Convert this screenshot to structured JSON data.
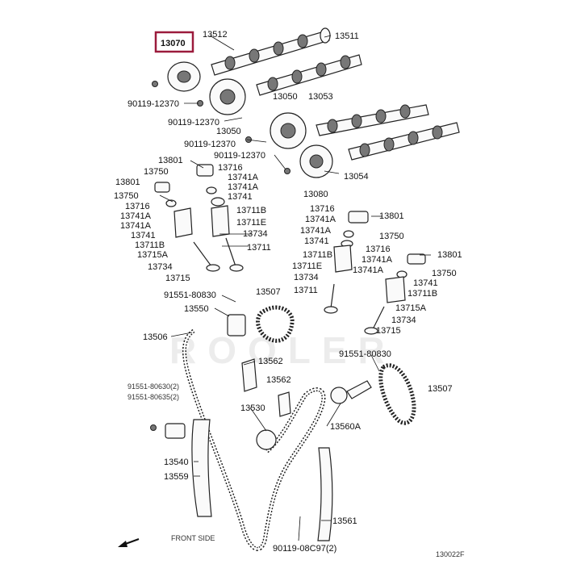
{
  "highlight": {
    "label": "13070",
    "color": "#9b1b3c"
  },
  "watermark": "ROOLER",
  "labels": {
    "p13512": "13512",
    "p13511": "13511",
    "p90119_12370_a": "90119-12370",
    "p90119_12370_b": "90119-12370",
    "p13050_a": "13050",
    "p13050_b": "13050",
    "p13053": "13053",
    "p90119_12370_c": "90119-12370",
    "p90119_12370_d": "90119-12370",
    "p13054": "13054",
    "p13801_a": "13801",
    "p13750_a": "13750",
    "p13716_a": "13716",
    "p13741A_a": "13741A",
    "p13741A_b": "13741A",
    "p13741_a": "13741",
    "p13711B_a": "13711B",
    "p13711E_a": "13711E",
    "p13734_a": "13734",
    "p13711_a": "13711",
    "p13801_b": "13801",
    "p13750_b": "13750",
    "p13716_b": "13716",
    "p13741A_c": "13741A",
    "p13741A_d": "13741A",
    "p13741_b": "13741",
    "p13711B_b": "13711B",
    "p13715A_a": "13715A",
    "p13734_b": "13734",
    "p13715_a": "13715",
    "p13080": "13080",
    "p13716_c": "13716",
    "p13741A_e": "13741A",
    "p13801_c": "13801",
    "p13741A_f": "13741A",
    "p13741_c": "13741",
    "p13750_c": "13750",
    "p13711B_c": "13711B",
    "p13716_d": "13716",
    "p13801_d": "13801",
    "p13711E_b": "13711E",
    "p13741A_g": "13741A",
    "p13734_c": "13734",
    "p13741A_h": "13741A",
    "p13750_d": "13750",
    "p13711_b": "13711",
    "p13741_d": "13741",
    "p13711B_d": "13711B",
    "p13715A_b": "13715A",
    "p13734_d": "13734",
    "p13715_b": "13715",
    "p91551_80830_a": "91551-80830",
    "p13507_a": "13507",
    "p13550": "13550",
    "p13506": "13506",
    "p13562_a": "13562",
    "p13562_b": "13562",
    "p91551_80830_b": "91551-80830",
    "p13507_b": "13507",
    "p13530": "13530",
    "p13560A": "13560A",
    "p13540": "13540",
    "p13559": "13559",
    "p13561": "13561",
    "p90119_08C97": "90119-08C97(2)",
    "p91551_80630": "91551-80630(2)",
    "p91551_80635": "91551-80635(2)",
    "front_side": "FRONT SIDE",
    "code": "130022F"
  }
}
